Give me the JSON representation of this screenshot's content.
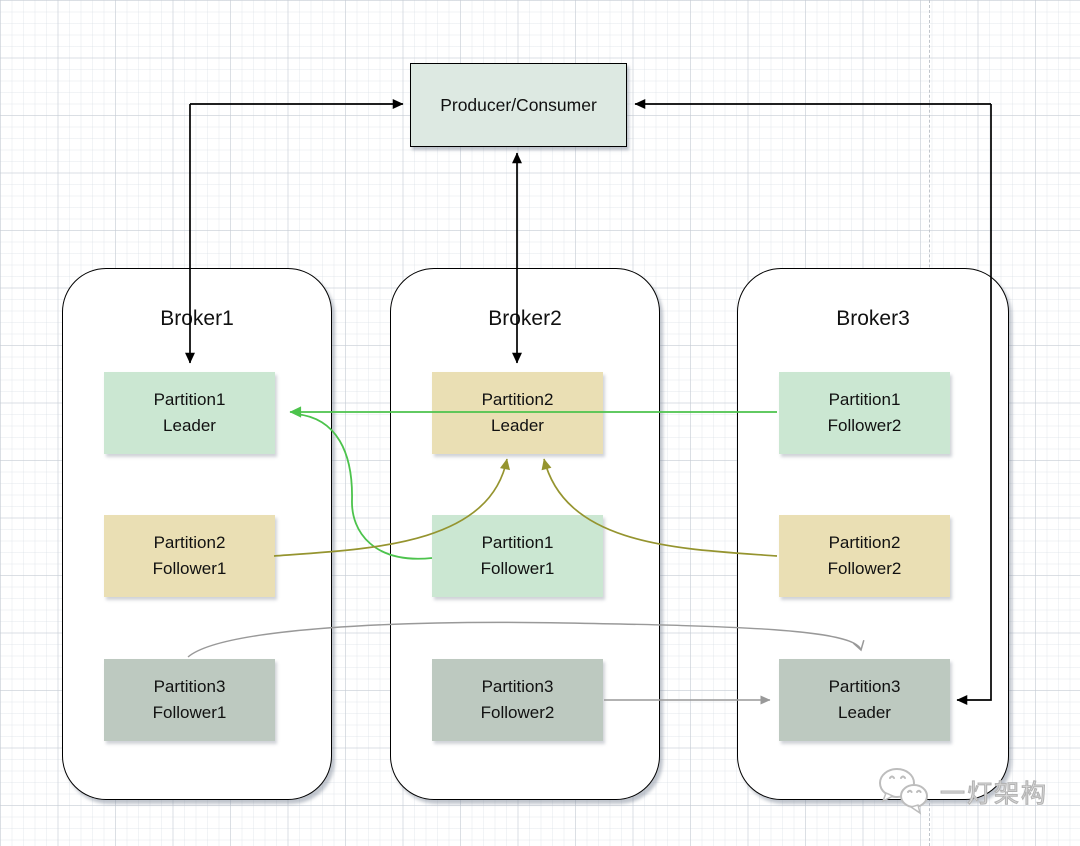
{
  "diagram": {
    "producer_consumer": {
      "label": "Producer/Consumer"
    },
    "brokers": [
      {
        "name": "Broker1",
        "partitions": [
          {
            "line1": "Partition1",
            "line2": "Leader",
            "role": "partition1-leader"
          },
          {
            "line1": "Partition2",
            "line2": "Follower1",
            "role": "partition2-follower1"
          },
          {
            "line1": "Partition3",
            "line2": "Follower1",
            "role": "partition3-follower1"
          }
        ]
      },
      {
        "name": "Broker2",
        "partitions": [
          {
            "line1": "Partition2",
            "line2": "Leader",
            "role": "partition2-leader"
          },
          {
            "line1": "Partition1",
            "line2": "Follower1",
            "role": "partition1-follower1"
          },
          {
            "line1": "Partition3",
            "line2": "Follower2",
            "role": "partition3-follower2"
          }
        ]
      },
      {
        "name": "Broker3",
        "partitions": [
          {
            "line1": "Partition1",
            "line2": "Follower2",
            "role": "partition1-follower2"
          },
          {
            "line1": "Partition2",
            "line2": "Follower2",
            "role": "partition2-follower2"
          },
          {
            "line1": "Partition3",
            "line2": "Leader",
            "role": "partition3-leader"
          }
        ]
      }
    ],
    "edges": [
      {
        "from": "broker1.partition1-leader",
        "to": "producer-consumer",
        "color": "black",
        "bidirectional": true
      },
      {
        "from": "producer-consumer",
        "to": "broker2.partition2-leader",
        "color": "black",
        "bidirectional": true
      },
      {
        "from": "broker3.partition3-leader",
        "to": "producer-consumer",
        "color": "black",
        "bidirectional": true
      },
      {
        "from": "broker2.partition1-follower1",
        "to": "broker1.partition1-leader",
        "color": "green"
      },
      {
        "from": "broker3.partition1-follower2",
        "to": "broker1.partition1-leader",
        "color": "green"
      },
      {
        "from": "broker1.partition2-follower1",
        "to": "broker2.partition2-leader",
        "color": "olive"
      },
      {
        "from": "broker3.partition2-follower2",
        "to": "broker2.partition2-leader",
        "color": "olive"
      },
      {
        "from": "broker1.partition3-follower1",
        "to": "broker3.partition3-leader",
        "color": "gray"
      },
      {
        "from": "broker2.partition3-follower2",
        "to": "broker3.partition3-leader",
        "color": "gray"
      }
    ],
    "colors": {
      "producer_fill": "#dde9e2",
      "partition_green": "#cbe7d2",
      "partition_tan": "#eadfb4",
      "partition_gray": "#bdc9c0",
      "arrow_black": "#000000",
      "arrow_green": "#4cc34c",
      "arrow_olive": "#95942f",
      "arrow_gray": "#999999"
    },
    "watermark": {
      "text": "一灯架构",
      "icon": "wechat-icon"
    }
  }
}
